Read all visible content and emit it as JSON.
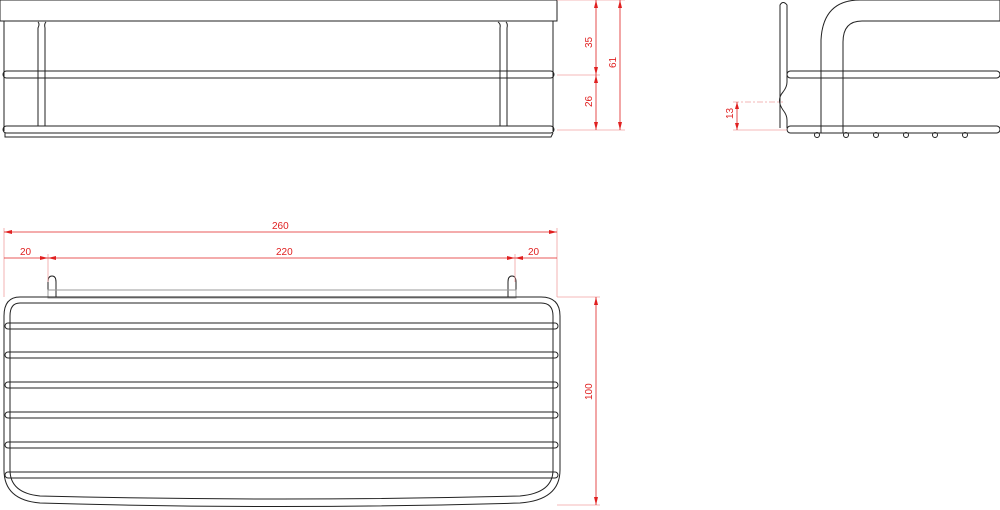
{
  "title": "Wall shelf technical drawing",
  "colors": {
    "outline": "#222222",
    "dimension": "#e02020"
  },
  "front_view": {
    "dims": {
      "upper_height": "35",
      "lower_height": "26",
      "total_height": "61"
    }
  },
  "side_view": {
    "dims": {
      "bracket_offset": "13"
    }
  },
  "top_view": {
    "dims": {
      "total_width": "260",
      "left_offset": "20",
      "center_span": "220",
      "right_offset": "20",
      "depth": "100"
    }
  }
}
